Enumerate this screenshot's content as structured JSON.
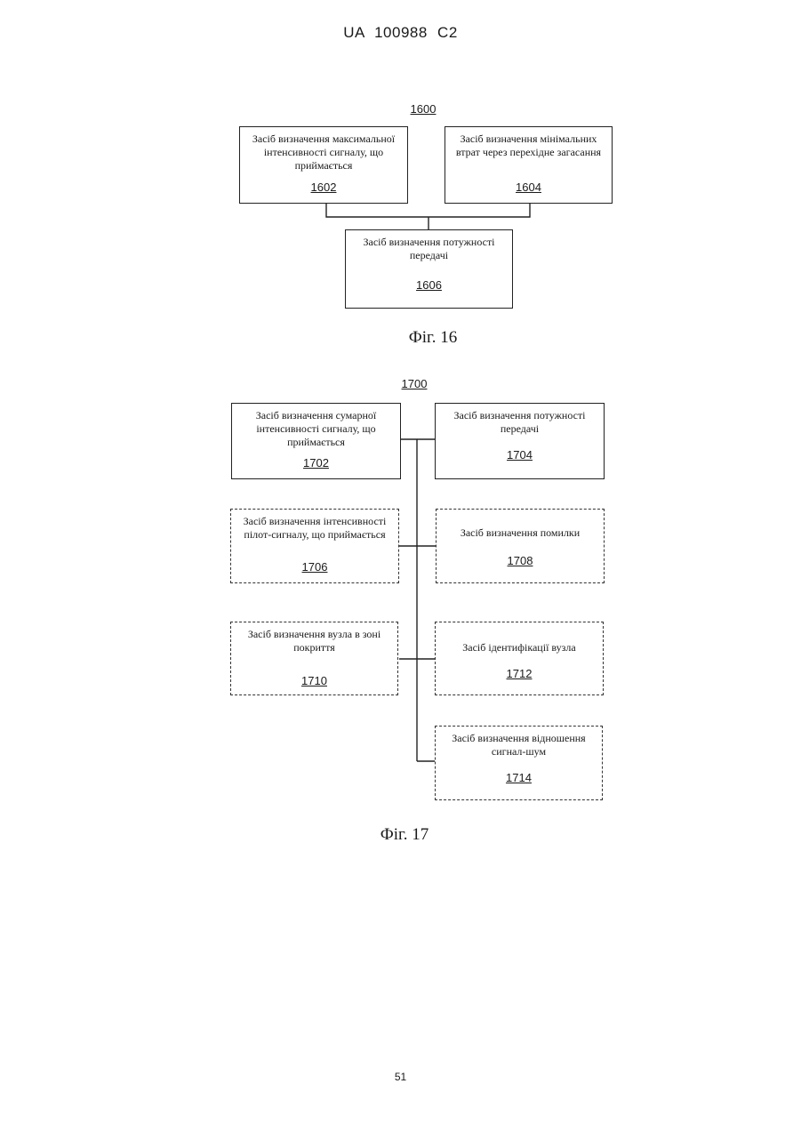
{
  "header": "UA   100988   C2",
  "page_number": "51",
  "fig16": {
    "id": "1600",
    "caption": "Фіг. 16",
    "boxes": {
      "b1602": {
        "text": "Засіб визначення максимальної\nінтенсивності сигналу, що\nприймається",
        "ref": "1602"
      },
      "b1604": {
        "text": "Засіб визначення мінімальних\nвтрат через перехідне загасання",
        "ref": "1604"
      },
      "b1606": {
        "text": "Засіб визначення потужності\nпередачі",
        "ref": "1606"
      }
    }
  },
  "fig17": {
    "id": "1700",
    "caption": "Фіг. 17",
    "boxes": {
      "b1702": {
        "text": "Засіб визначення сумарної\nінтенсивності сигналу, що\nприймається",
        "ref": "1702"
      },
      "b1704": {
        "text": "Засіб визначення потужності\nпередачі",
        "ref": "1704"
      },
      "b1706": {
        "text": "Засіб визначення інтенсивності\nпілот-сигналу, що приймається",
        "ref": "1706"
      },
      "b1708": {
        "text": "Засіб визначення помилки",
        "ref": "1708"
      },
      "b1710": {
        "text": "Засіб визначення вузла в зоні\nпокриття",
        "ref": "1710"
      },
      "b1712": {
        "text": "Засіб ідентифікації вузла",
        "ref": "1712"
      },
      "b1714": {
        "text": "Засіб визначення відношення\nсигнал-шум",
        "ref": "1714"
      }
    }
  }
}
